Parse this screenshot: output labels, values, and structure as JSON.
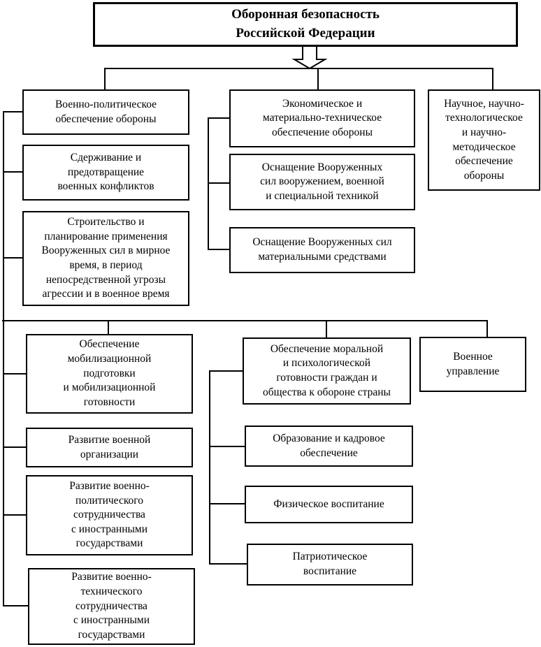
{
  "title": "Оборонная безопасность\nРоссийской Федерации",
  "sections": {
    "upper": [
      {
        "head": "Военно-политическое\nобеспечение обороны",
        "children": [
          "Сдерживание и\nпредотвращение\nвоенных конфликтов",
          "Строительство и\nпланирование применения\nВооруженных сил в мирное\nвремя, в период\nнепосредственной угрозы\nагрессии и в военное время"
        ]
      },
      {
        "head": "Экономическое и\nматериально-техническое\nобеспечение обороны",
        "children": [
          "Оснащение Вооруженных\nсил вооружением, военной\nи специальной техникой",
          "Оснащение Вооруженных сил\nматериальными средствами"
        ]
      },
      {
        "head": "Научное, научно-\nтехнологическое\nи научно-\nметодическое\nобеспечение\nобороны",
        "children": []
      }
    ],
    "lower": [
      {
        "head": "Обеспечение\nмобилизационной\nподготовки\nи мобилизационной\nготовности",
        "children": [
          "Развитие военной\nорганизации",
          "Развитие военно-\nполитического\nсотрудничества\nс иностранными\nгосударствами",
          "Развитие военно-\nтехнического\nсотрудничества\nс иностранными\nгосударствами"
        ]
      },
      {
        "head": "Обеспечение моральной\nи психологической\nготовности граждан и\nобщества к обороне страны",
        "children": [
          "Образование и кадровое\nобеспечение",
          "Физическое воспитание",
          "Патриотическое\nвоспитание"
        ]
      },
      {
        "head": "Военное\nуправление",
        "children": []
      }
    ]
  },
  "colors": {
    "line": "#000000",
    "box_border": "#000000",
    "box_fill": "#ffffff",
    "text": "#000000",
    "page_background": "#ffffff"
  }
}
